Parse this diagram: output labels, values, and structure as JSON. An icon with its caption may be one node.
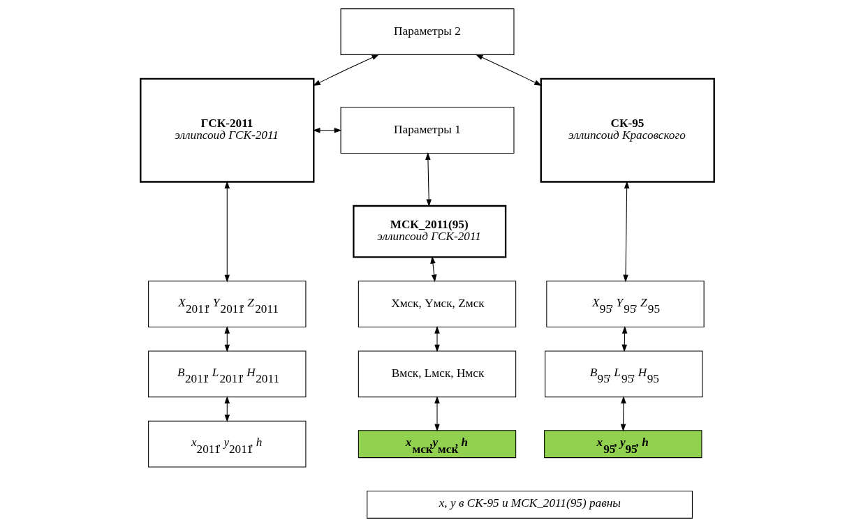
{
  "diagram": {
    "nodes": [
      {
        "text": [
          "Параметры 2"
        ]
      },
      {
        "text": [
          "ГСК-2011",
          "эллипсоид ГСК-2011"
        ]
      },
      {
        "text": [
          "Параметры 1"
        ]
      },
      {
        "text": [
          "СК-95",
          "эллипсоид Красовского"
        ]
      },
      {
        "text": [
          "МСК_2011(95)",
          "эллипсоид ГСК-2011"
        ]
      },
      {
        "text": [
          "*X*$_{2011}$, *Y*$_{2011}$, *Z*$_{2011}$"
        ]
      },
      {
        "text": [
          "Xмск, Yмск, Zмск"
        ]
      },
      {
        "text": [
          "*X*$_{95}$, *Y*$_{95}$, *Z*$_{95}$"
        ]
      },
      {
        "text": [
          "*B*$_{2011}$, *L*$_{2011}$, *H*$_{2011}$"
        ]
      },
      {
        "text": [
          "Bмск, Lмск, Hмск"
        ]
      },
      {
        "text": [
          "*B*$_{95}$, *L*$_{95}$, *H*$_{95}$"
        ]
      },
      {
        "text": [
          "*x*$_{2011}$, *y*$_{2011}$, *h*"
        ]
      },
      {
        "text": [
          "*x*$_{мск}$,*y*$_{мск}$, *h*"
        ]
      },
      {
        "text": [
          "*x*$_{95}$, *y*$_{95}$, *h*"
        ]
      },
      {
        "text": [
          "x, y в СК-95 и МСК_2011(95) равны"
        ]
      }
    ],
    "edges": [
      {
        "from": 0,
        "to": 1,
        "arrow": "both"
      },
      {
        "from": 0,
        "to": 3,
        "arrow": "both"
      },
      {
        "from": 2,
        "to": 1,
        "arrow": "both"
      },
      {
        "from": 2,
        "to": 4,
        "arrow": "both"
      },
      {
        "from": 1,
        "to": 5,
        "arrow": "both"
      },
      {
        "from": 5,
        "to": 8,
        "arrow": "both"
      },
      {
        "from": 8,
        "to": 11,
        "arrow": "both"
      },
      {
        "from": 4,
        "to": 6,
        "arrow": "both"
      },
      {
        "from": 6,
        "to": 9,
        "arrow": "both"
      },
      {
        "from": 9,
        "to": 12,
        "arrow": "both"
      },
      {
        "from": 3,
        "to": 7,
        "arrow": "both"
      },
      {
        "from": 7,
        "to": 10,
        "arrow": "both"
      },
      {
        "from": 10,
        "to": 13,
        "arrow": "both"
      }
    ]
  }
}
